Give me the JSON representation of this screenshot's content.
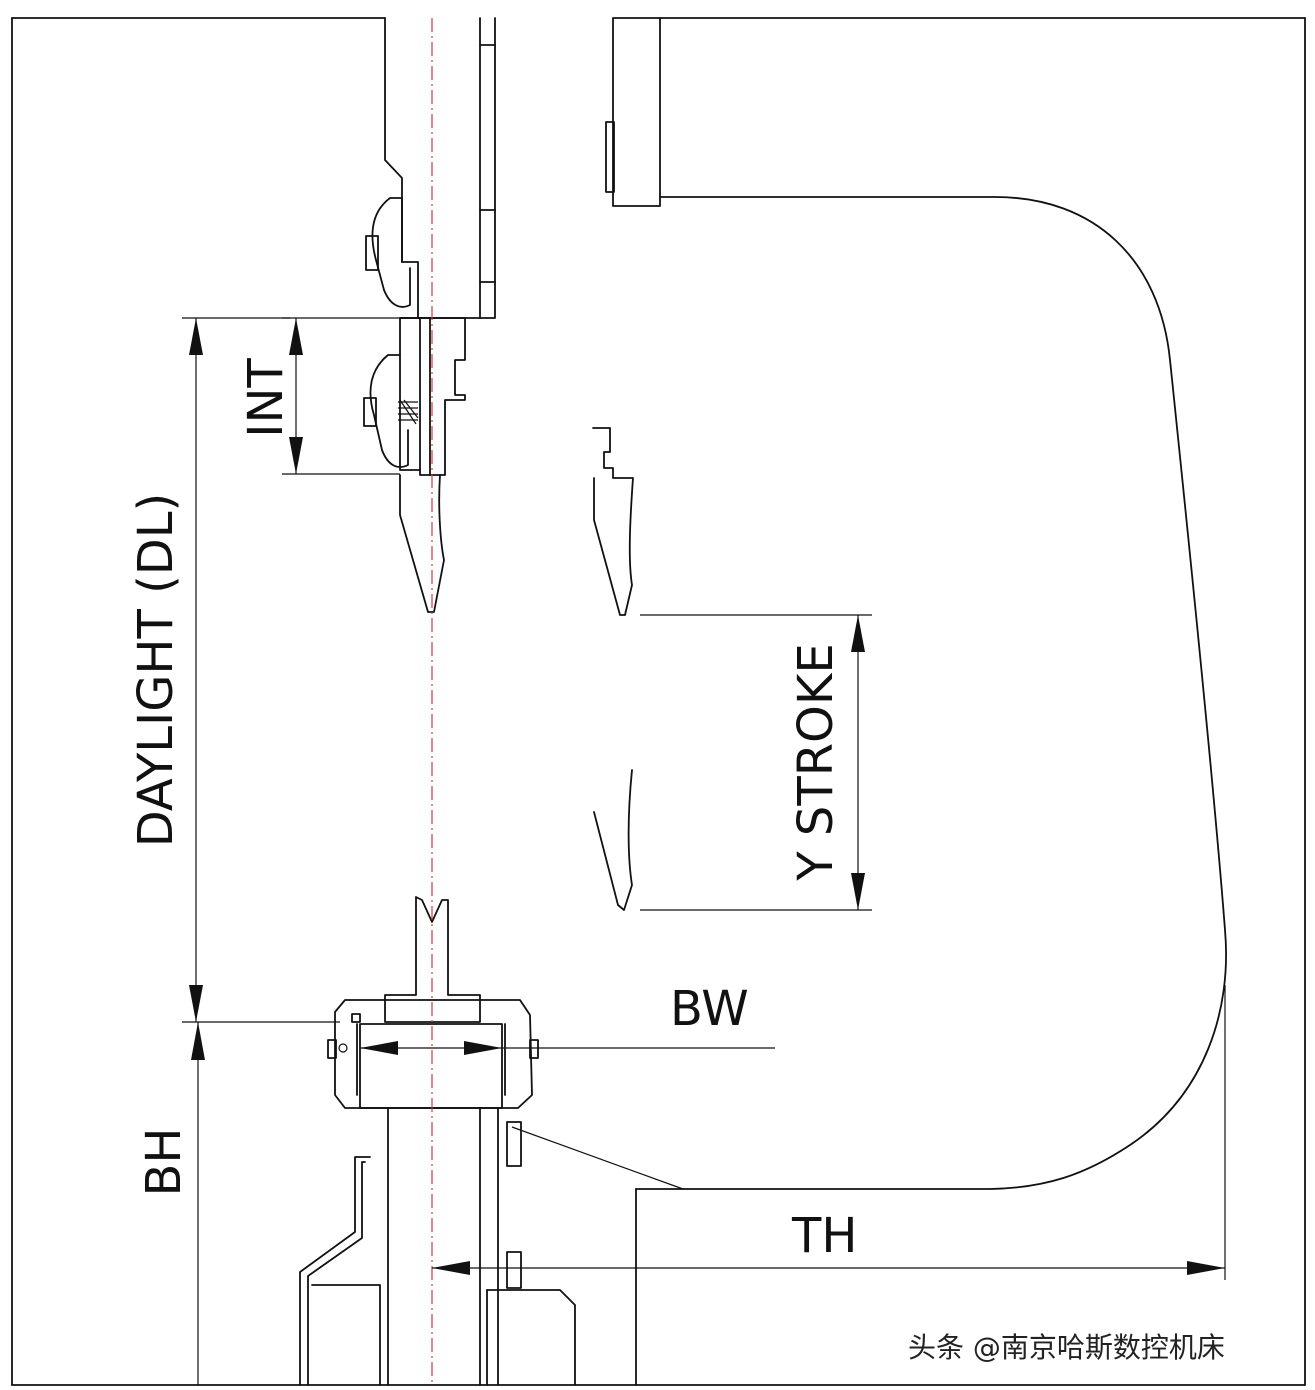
{
  "labels": {
    "int": "INT",
    "daylight": "DAYLIGHT (DL)",
    "y_stroke": "Y STROKE",
    "bw": "BW",
    "bh": "BH",
    "th": "TH"
  },
  "watermark": {
    "text": "头条 @南京哈斯数控机床"
  },
  "colors": {
    "line": "#111111",
    "centerline": "#d23a3a",
    "background": "#ffffff"
  }
}
